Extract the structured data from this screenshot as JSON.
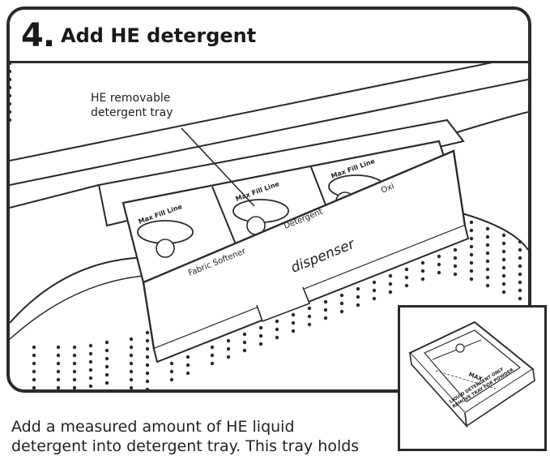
{
  "step": {
    "number": "4.",
    "title": "Add HE detergent"
  },
  "callout": {
    "line1": "HE removable",
    "line2": "detergent tray"
  },
  "tray_labels": {
    "max_fill_1": "Max Fill Line",
    "max_fill_2": "Max Fill Line",
    "max_fill_3": "Max Fill Line",
    "compartment_1": "Fabric Softener",
    "compartment_2": "Detergent",
    "compartment_3": "Oxi",
    "drawer_front": "dispenser"
  },
  "inset_labels": {
    "max": "MAX",
    "warning_line1": "LIQUID DETERGENT ONLY",
    "warning_line2": "REMOVE TRAY FOR POWDER"
  },
  "body": {
    "line1": "Add a measured amount of HE liquid",
    "line2": "detergent into detergent tray. This tray holds"
  }
}
